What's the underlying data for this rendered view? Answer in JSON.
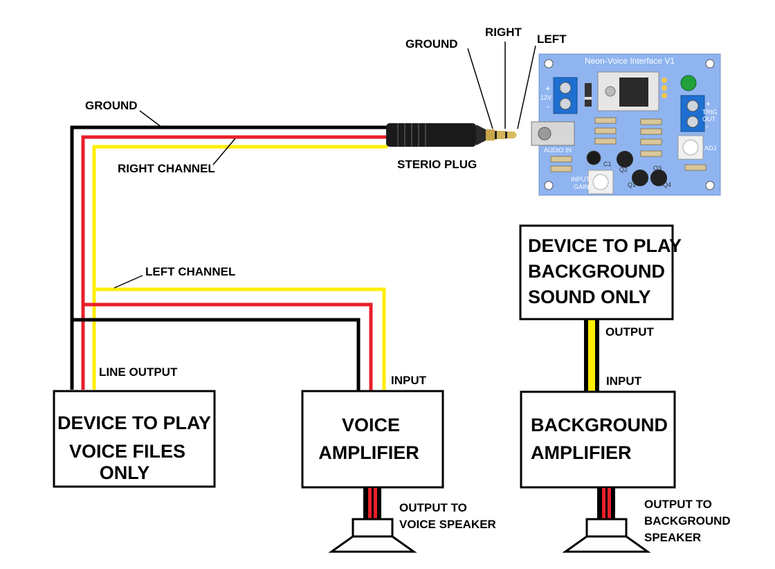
{
  "wire_labels": {
    "ground_top": "GROUND",
    "right_channel": "RIGHT CHANNEL",
    "left_channel": "LEFT CHANNEL",
    "line_output": "LINE OUTPUT",
    "stereo_plug": "STERIO PLUG",
    "plug_ground": "GROUND",
    "plug_right": "RIGHT",
    "plug_left": "LEFT",
    "voice_input": "INPUT",
    "bg_output": "OUTPUT",
    "bg_input": "INPUT"
  },
  "boxes": {
    "voice_device": [
      "DEVICE TO PLAY",
      "VOICE  FILES",
      "ONLY"
    ],
    "voice_amp": [
      "VOICE",
      "AMPLIFIER"
    ],
    "bg_device": [
      "DEVICE TO PLAY",
      "BACKGROUND",
      "SOUND  ONLY"
    ],
    "bg_amp": [
      "BACKGROUND",
      "AMPLIFIER"
    ]
  },
  "speakers": {
    "voice": [
      "OUTPUT TO",
      "VOICE SPEAKER"
    ],
    "bg": [
      "OUTPUT TO",
      "BACKGROUND",
      "SPEAKER"
    ]
  },
  "pcb": {
    "title": "Neon-Voice Interface V1",
    "power_label": "12V",
    "plus": "+",
    "minus": "-",
    "trig_out": [
      "TRIG",
      "OUT"
    ],
    "adj": "ADJ",
    "audio_in": "AUDIO IN",
    "input_gain": [
      "INPUT",
      "GAIN"
    ],
    "parts": [
      "C1",
      "Q2",
      "Q1",
      "Q3",
      "Q4"
    ]
  },
  "colors": {
    "ground_wire": "#000000",
    "right_wire": "#e8202a",
    "left_wire": "#ffee00",
    "pcb": "#8fb4f0",
    "led": "#22a03a"
  }
}
